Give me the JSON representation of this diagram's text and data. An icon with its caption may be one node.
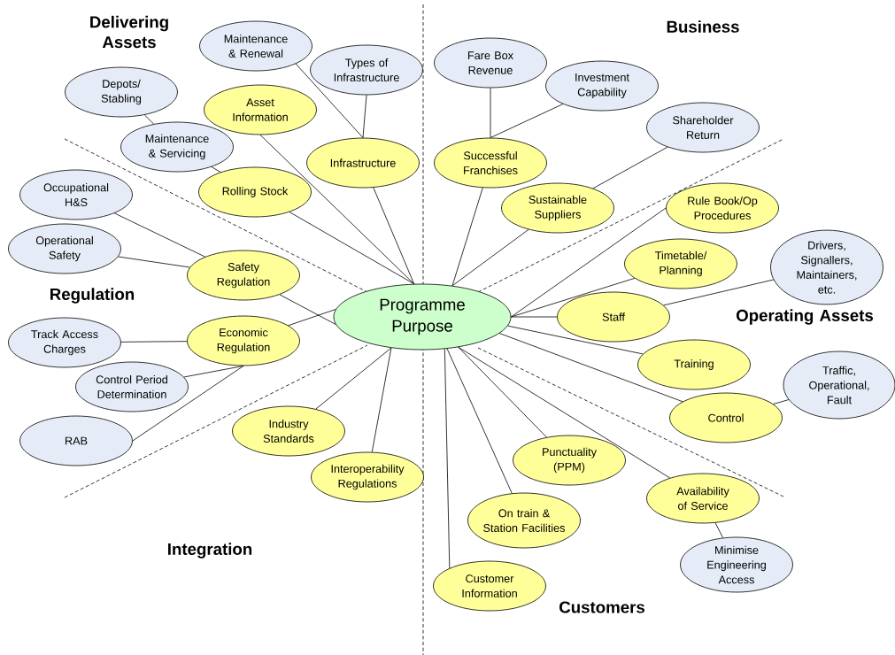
{
  "diagram": {
    "nodes": [
      {
        "text": [
          "Programme Purpose"
        ]
      },
      {
        "text": [
          "Maintenance & Renewal"
        ]
      },
      {
        "text": [
          "Types of Infrastructure"
        ]
      },
      {
        "text": [
          "Depots/ Stabling"
        ]
      },
      {
        "text": [
          "Asset Information"
        ]
      },
      {
        "text": [
          "Maintenance & Servicing"
        ]
      },
      {
        "text": [
          "Infrastructure"
        ]
      },
      {
        "text": [
          "Rolling Stock"
        ]
      },
      {
        "text": [
          "Occupational H&S"
        ]
      },
      {
        "text": [
          "Operational Safety"
        ]
      },
      {
        "text": [
          "Safety Regulation"
        ]
      },
      {
        "text": [
          "Track Access Charges"
        ]
      },
      {
        "text": [
          "Economic Regulation"
        ]
      },
      {
        "text": [
          "Control Period Determination"
        ]
      },
      {
        "text": [
          "RAB"
        ]
      },
      {
        "text": [
          "Industry Standards"
        ]
      },
      {
        "text": [
          "Interoperability Regulations"
        ]
      },
      {
        "text": [
          "Fare Box Revenue"
        ]
      },
      {
        "text": [
          "Investment Capability"
        ]
      },
      {
        "text": [
          "Shareholder Return"
        ]
      },
      {
        "text": [
          "Successful Franchises"
        ]
      },
      {
        "text": [
          "Sustainable Suppliers"
        ]
      },
      {
        "text": [
          "Rule Book/Op Procedures"
        ]
      },
      {
        "text": [
          "Timetable/ Planning"
        ]
      },
      {
        "text": [
          "Drivers, Signallers, Maintainers, etc."
        ]
      },
      {
        "text": [
          "Staff"
        ]
      },
      {
        "text": [
          "Training"
        ]
      },
      {
        "text": [
          "Traffic, Operational, Fault"
        ]
      },
      {
        "text": [
          "Control"
        ]
      },
      {
        "text": [
          "Punctuality (PPM)"
        ]
      },
      {
        "text": [
          "Availability of Service"
        ]
      },
      {
        "text": [
          "Minimise Engineering Access"
        ]
      },
      {
        "text": [
          "On train & Station Facilities"
        ]
      },
      {
        "text": [
          "Customer Information"
        ]
      }
    ],
    "edges": [
      {
        "from": 0,
        "to": 4,
        "arrow": "none"
      },
      {
        "from": 0,
        "to": 6,
        "arrow": "none"
      },
      {
        "from": 0,
        "to": 7,
        "arrow": "none"
      },
      {
        "from": 1,
        "to": 6,
        "arrow": "none"
      },
      {
        "from": 2,
        "to": 6,
        "arrow": "none"
      },
      {
        "from": 3,
        "to": 5,
        "arrow": "none"
      },
      {
        "from": 5,
        "to": 7,
        "arrow": "none"
      },
      {
        "from": 0,
        "to": 10,
        "arrow": "none"
      },
      {
        "from": 0,
        "to": 12,
        "arrow": "none"
      },
      {
        "from": 8,
        "to": 10,
        "arrow": "none"
      },
      {
        "from": 9,
        "to": 10,
        "arrow": "none"
      },
      {
        "from": 11,
        "to": 12,
        "arrow": "none"
      },
      {
        "from": 13,
        "to": 12,
        "arrow": "none"
      },
      {
        "from": 14,
        "to": 12,
        "arrow": "none"
      },
      {
        "from": 0,
        "to": 15,
        "arrow": "none"
      },
      {
        "from": 0,
        "to": 16,
        "arrow": "none"
      },
      {
        "from": 0,
        "to": 20,
        "arrow": "none"
      },
      {
        "from": 0,
        "to": 21,
        "arrow": "none"
      },
      {
        "from": 17,
        "to": 20,
        "arrow": "none"
      },
      {
        "from": 18,
        "to": 20,
        "arrow": "none"
      },
      {
        "from": 19,
        "to": 21,
        "arrow": "none"
      },
      {
        "from": 0,
        "to": 22,
        "arrow": "none"
      },
      {
        "from": 0,
        "to": 23,
        "arrow": "none"
      },
      {
        "from": 0,
        "to": 25,
        "arrow": "none"
      },
      {
        "from": 0,
        "to": 26,
        "arrow": "none"
      },
      {
        "from": 0,
        "to": 28,
        "arrow": "none"
      },
      {
        "from": 24,
        "to": 25,
        "arrow": "none"
      },
      {
        "from": 27,
        "to": 28,
        "arrow": "none"
      },
      {
        "from": 0,
        "to": 29,
        "arrow": "none"
      },
      {
        "from": 0,
        "to": 30,
        "arrow": "none"
      },
      {
        "from": 0,
        "to": 32,
        "arrow": "none"
      },
      {
        "from": 0,
        "to": 33,
        "arrow": "none"
      },
      {
        "from": 31,
        "to": 30,
        "arrow": "none"
      }
    ],
    "labels": [
      "Delivering Assets",
      "Business",
      "Regulation",
      "Operating Assets",
      "Integration",
      "Customers"
    ]
  }
}
